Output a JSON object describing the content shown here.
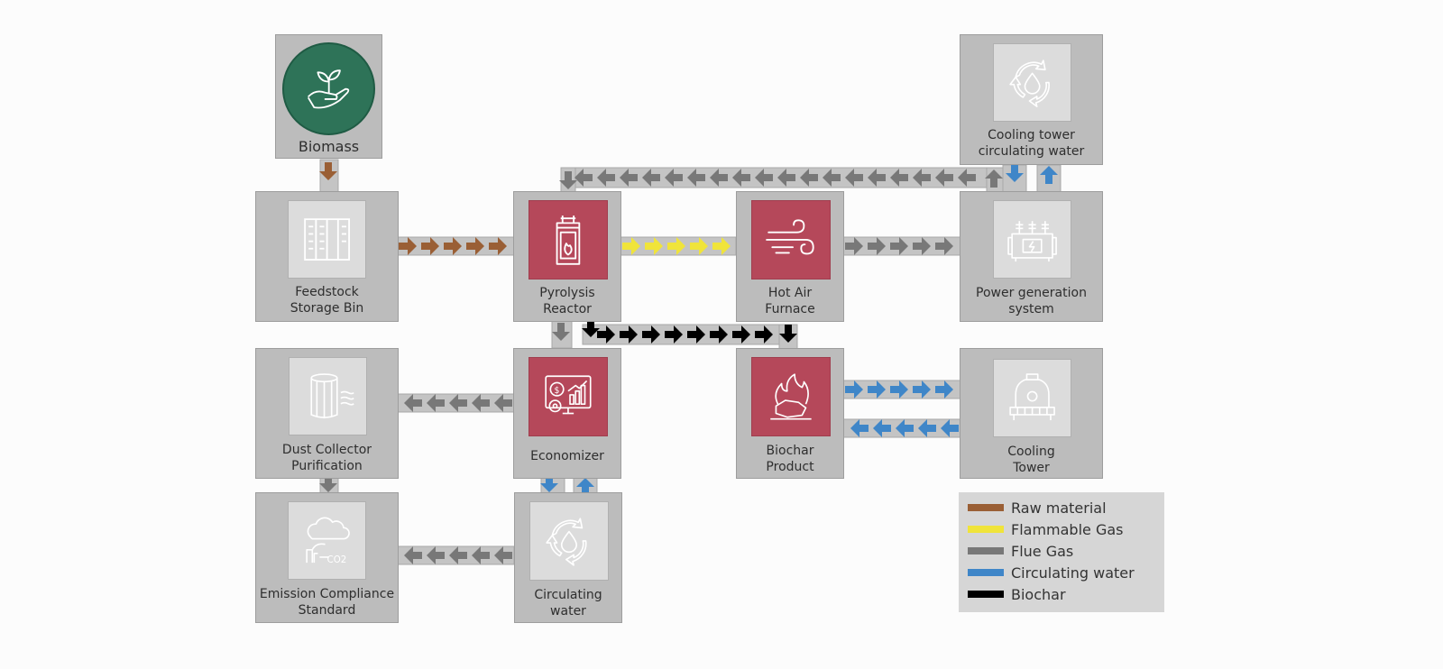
{
  "nodes": {
    "biomass": {
      "label": "Biomass",
      "icon": "hand-sprout-icon"
    },
    "feedstock": {
      "line1": "Feedstock",
      "line2": "Storage Bin",
      "icon": "storage-bin-icon"
    },
    "pyrolysis": {
      "line1": "Pyrolysis",
      "line2": "Reactor",
      "icon": "reactor-icon"
    },
    "hot_air": {
      "line1": "Hot Air",
      "line2": "Furnace",
      "icon": "wind-icon"
    },
    "power": {
      "line1": "Power generation",
      "line2": "system",
      "icon": "generator-icon"
    },
    "cooling_tower_water": {
      "line1": "Cooling tower",
      "line2": "circulating water",
      "icon": "recycle-water-icon"
    },
    "dust": {
      "line1": "Dust Collector",
      "line2": "Purification",
      "icon": "filter-cylinder-icon"
    },
    "economizer": {
      "label": "Economizer",
      "icon": "monitor-chart-icon"
    },
    "biochar": {
      "line1": "Biochar",
      "line2": "Product",
      "icon": "fire-coal-icon"
    },
    "cooling_tower": {
      "line1": "Cooling",
      "line2": "Tower",
      "icon": "cooling-tower-icon"
    },
    "emission": {
      "line1": "Emission Compliance",
      "line2": "Standard",
      "icon": "cloud-co2-icon"
    },
    "circulating": {
      "line1": "Circulating",
      "line2": "water",
      "icon": "recycle-water-icon"
    }
  },
  "legend": [
    {
      "label": "Raw material",
      "color": "#9a5f35"
    },
    {
      "label": "Flammable Gas",
      "color": "#f0e43a"
    },
    {
      "label": "Flue Gas",
      "color": "#787878"
    },
    {
      "label": "Circulating water",
      "color": "#3f86c8"
    },
    {
      "label": "Biochar",
      "color": "#000000"
    }
  ],
  "colors": {
    "node_bg": "#bcbcbc",
    "tile_bg": "#dcdcdc",
    "tile_red": "#b5485a",
    "biomass_green": "#2e7358",
    "band": "#c4c4c4"
  }
}
